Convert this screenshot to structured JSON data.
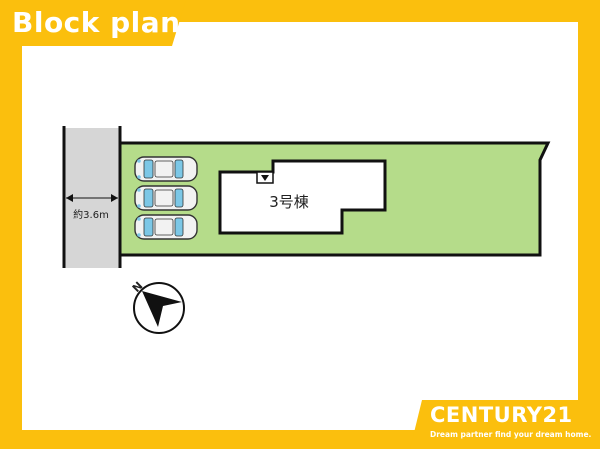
{
  "header": {
    "title": "Block plan"
  },
  "plan": {
    "road_width_label": "約3.6m",
    "building_label": "3号棟",
    "parking_spaces": 3
  },
  "brand": {
    "name": "CENTURY21",
    "tagline": "Dream partner find your dream home."
  },
  "colors": {
    "frame": "#fbbf0d",
    "lot_fill": "#b5dc8a",
    "road_fill": "#d6d6d6",
    "line": "#111111",
    "car_body": "#f2f2f2",
    "car_glass": "#7cc7e6"
  },
  "icons": {
    "compass": "north-arrow-icon",
    "car": "car-icon"
  }
}
